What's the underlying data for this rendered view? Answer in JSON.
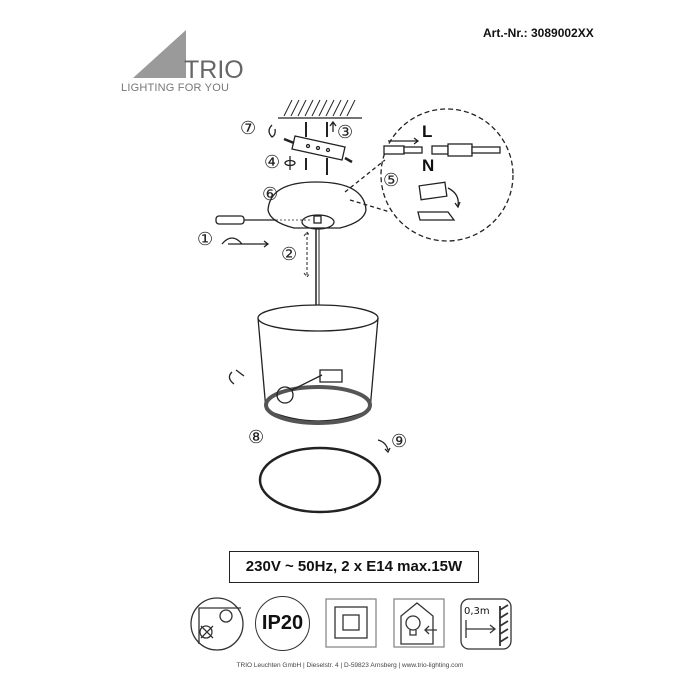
{
  "header": {
    "logo_name": "TRIO",
    "logo_tagline": "LIGHTING FOR YOU",
    "article_number": "Art.-Nr.: 3089002XX"
  },
  "diagram": {
    "steps": [
      "①",
      "②",
      "③",
      "④",
      "⑤",
      "⑥",
      "⑦",
      "⑧",
      "⑨"
    ],
    "wire_labels": {
      "live": "L",
      "neutral": "N"
    }
  },
  "specs": {
    "electrical": "230V ~ 50Hz, 2 x E14 max.15W"
  },
  "icons": [
    {
      "name": "not-for-flammable-surface-icon"
    },
    {
      "name": "ip-rating-icon",
      "label": "IP20"
    },
    {
      "name": "protection-class-2-icon"
    },
    {
      "name": "indoor-use-only-icon"
    },
    {
      "name": "minimum-distance-icon",
      "label": "0,3m"
    }
  ],
  "footer": {
    "text": "TRIO Leuchten GmbH  |  Dieselstr. 4  |  D-59823 Arnsberg  |  www.trio-lighting.com"
  }
}
